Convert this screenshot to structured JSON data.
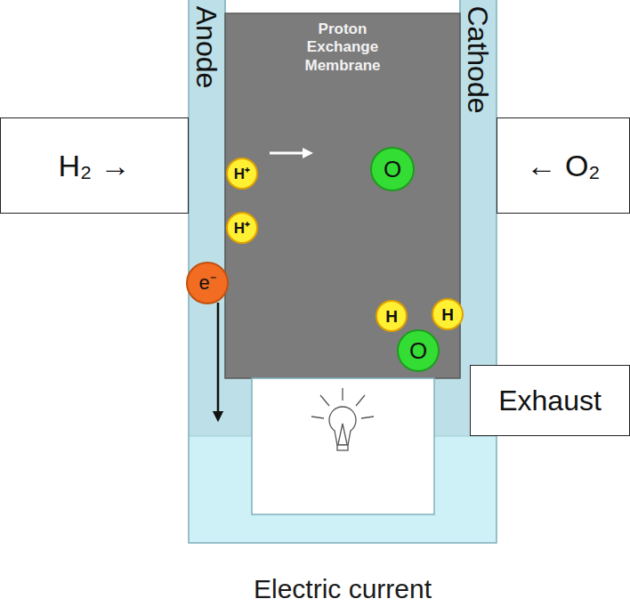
{
  "diagram": {
    "nodes": [
      {
        "text": [
          "H₂ →"
        ]
      },
      {
        "text": [
          "Anode"
        ]
      },
      {
        "text": [
          "Proton Exchange Membrane"
        ]
      },
      {
        "text": [
          "Cathode"
        ]
      },
      {
        "text": [
          "← O₂"
        ]
      },
      {
        "text": [
          "H⁺"
        ]
      },
      {
        "text": [
          "O"
        ]
      },
      {
        "text": [
          "H⁺"
        ]
      },
      {
        "text": [
          "H"
        ]
      },
      {
        "text": [
          "H"
        ]
      },
      {
        "text": [
          "O"
        ]
      },
      {
        "text": [
          "e⁻"
        ]
      },
      {
        "text": [
          "Exhaust"
        ]
      }
    ],
    "labels": [
      "Electric current"
    ]
  }
}
